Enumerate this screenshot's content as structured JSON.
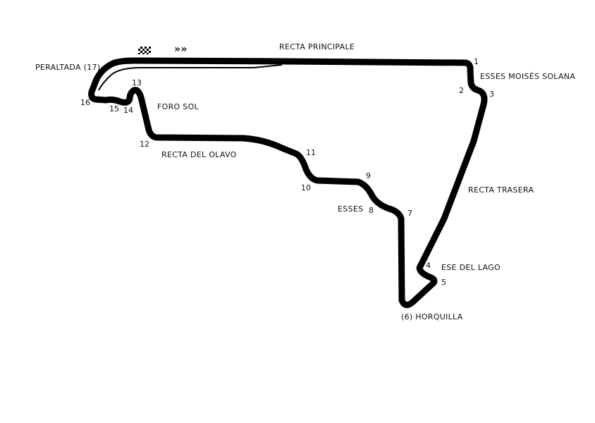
{
  "colors": {
    "track": "#000000",
    "background": "#ffffff"
  },
  "icons": {
    "start": "checkered-flag-icon",
    "direction": "direction-chevrons-icon"
  },
  "direction_symbol": "»»",
  "sections": {
    "recta_principale": "RECTA PRINCIPALE",
    "peraltada": "PERALTADA (17)",
    "esses_moises": "ESSES MOISÉS SOLANA",
    "foro_sol": "FORO SOL",
    "recta_olavo": "RECTA DEL OLAVO",
    "recta_trasera": "RECTA TRASERA",
    "esses": "ESSES",
    "ese_lago": "ESE DEL LAGO",
    "horquilla": "(6) HORQUILLA"
  },
  "turns": {
    "t1": "1",
    "t2": "2",
    "t3": "3",
    "t4": "4",
    "t5": "5",
    "t7": "7",
    "t8": "8",
    "t9": "9",
    "t10": "10",
    "t11": "11",
    "t12": "12",
    "t13": "13",
    "t14": "14",
    "t15": "15",
    "t16": "16"
  }
}
